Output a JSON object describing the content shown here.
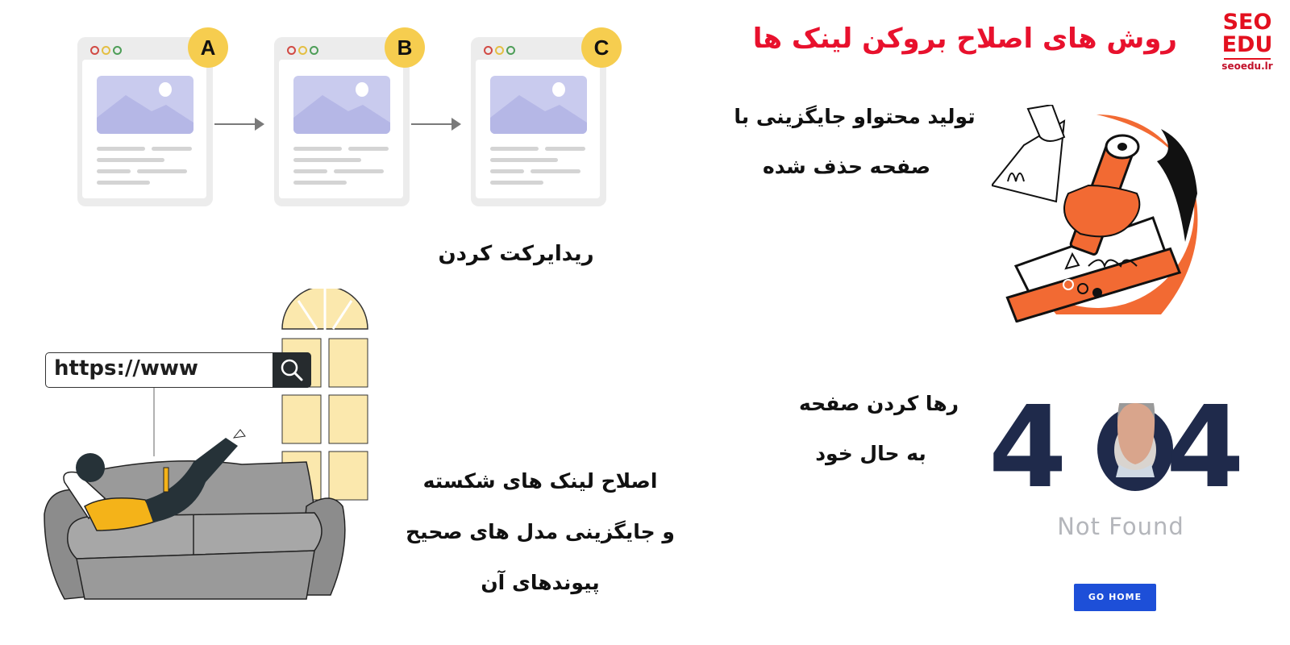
{
  "logo": {
    "line1": "SEO",
    "line2": "EDU",
    "url": "seoedu.lr"
  },
  "title": "روش های اصلاح بروکن لینک ها",
  "colors": {
    "title_red": "#e8112d",
    "badge_yellow": "#f6cd4f",
    "orange": "#f26a33",
    "navy": "#1f2a4b",
    "button_blue": "#1d4fd8",
    "window_yellow": "#fbe8ad",
    "sofa_gray": "#9a9a9a"
  },
  "redirect_diagram": {
    "pages": [
      {
        "badge": "A"
      },
      {
        "badge": "B"
      },
      {
        "badge": "C"
      }
    ],
    "caption": "ریدایرکت کردن"
  },
  "method_content": {
    "line1": "تولید محتواو جایگزینی با",
    "line2": "صفحه حذف شده",
    "icon": "pencil-tablet-illustration"
  },
  "method_fix": {
    "line1": "اصلاح لینک های شکسته",
    "line2": "و جایگزینی مدل های صحیح",
    "line3": "پیوندهای آن",
    "icon": "woman-on-sofa-illustration"
  },
  "search_bar": {
    "value": "https://www",
    "icon": "search-icon"
  },
  "method_abandon": {
    "line1": "رها کردن صفحه",
    "line2": "به حال خود"
  },
  "error_page": {
    "digit1": "4",
    "digit3": "4",
    "subtitle": "Not Found",
    "button": "GO HOME"
  }
}
